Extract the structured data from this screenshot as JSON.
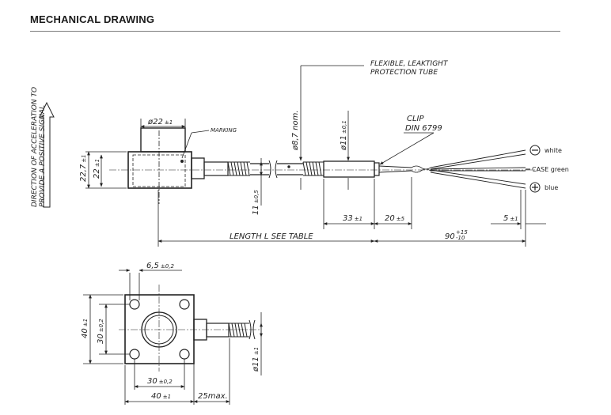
{
  "heading": "MECHANICAL DRAWING",
  "side_view": {
    "direction_note": [
      "DIRECTION OF ACCELERATION TO",
      "PROVIDE A POSITIVE SIGNAL"
    ],
    "labels": {
      "d22": "ø22",
      "d22_tol": "±1",
      "marking": "MARKING",
      "h22_7": "22,7",
      "h22_7_tol": "±1",
      "h22": "22",
      "h22_tol": "±1",
      "d8_7": "ø8,7 nom.",
      "d11": "ø11",
      "d11_tol": "±0,1",
      "h11": "11",
      "h11_tol": "±0,5",
      "tube_1": "FLEXIBLE, LEAKTIGHT",
      "tube_2": "PROTECTION TUBE",
      "clip_1": "CLIP",
      "clip_2": "DIN 6799",
      "l33": "33",
      "l33_tol": "±1",
      "l20": "20",
      "l20_tol": "±5",
      "l5": "5",
      "l5_tol": "±1",
      "length": "LENGTH L SEE TABLE",
      "l90": "90",
      "l90_tol_up": "+15",
      "l90_tol_dn": "-10"
    },
    "wires": [
      {
        "symbol": "−",
        "label": "white"
      },
      {
        "symbol": "",
        "label": "CASE green"
      },
      {
        "symbol": "+",
        "label": "blue"
      }
    ]
  },
  "top_view": {
    "labels": {
      "w6_5": "6,5",
      "w6_5_tol": "±0,2",
      "h40": "40",
      "h40_tol": "±1",
      "h30": "30",
      "h30_tol": "±0,2",
      "w30": "30",
      "w30_tol": "±0,2",
      "w40": "40",
      "w40_tol": "±1",
      "w25": "25max.",
      "d11": "ø11",
      "d11_tol": "±1"
    }
  }
}
